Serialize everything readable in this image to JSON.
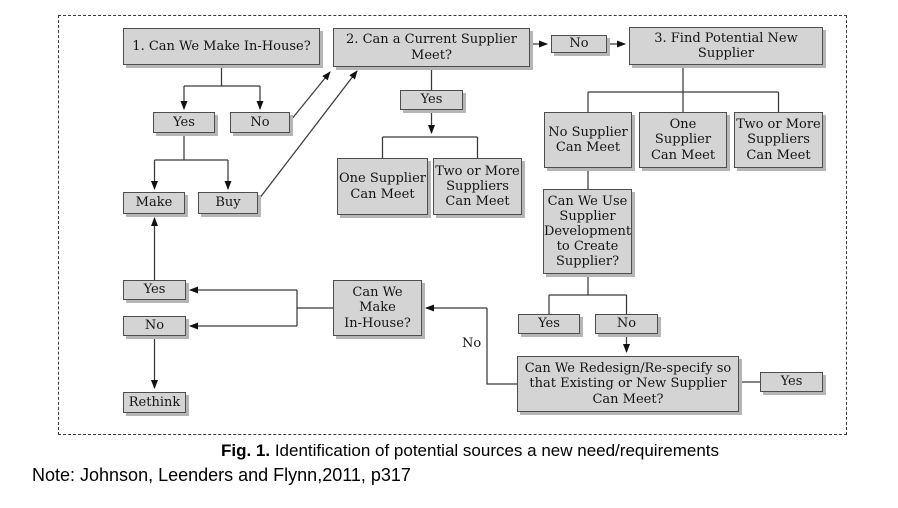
{
  "figure": {
    "caption_label": "Fig. 1.",
    "caption_text": " Identification of potential sources a new need/requirements",
    "note": "Note: Johnson, Leenders and Flynn,2011, p317"
  },
  "colors": {
    "box_fill": "#d4d4d4",
    "box_border": "#4d4d4d",
    "connector": "#3a3a3a",
    "arrowhead": "#111111"
  },
  "nodes": {
    "box1": "1. Can We Make In-House?",
    "yes1": "Yes",
    "no1": "No",
    "make": "Make",
    "buy": "Buy",
    "box2": "2. Can a Current Supplier\nMeet?",
    "no_mid": "No",
    "box3": "3. Find Potential New\nSupplier",
    "yes2": "Yes",
    "one_supplier_current": "One Supplier\nCan Meet",
    "two_or_more_current": "Two or More\nSuppliers\nCan Meet",
    "no_supplier_new": "No Supplier\nCan Meet",
    "one_supplier_new": "One\nSupplier\nCan Meet",
    "two_or_more_new": "Two or More\nSuppliers\nCan Meet",
    "supplier_development": "Can We Use\nSupplier\nDevelopment\nto Create\nSupplier?",
    "yes_dev": "Yes",
    "no_dev": "No",
    "redesign": "Can We Redesign/Re-specify so\nthat Existing or New Supplier\nCan Meet?",
    "yes_redesign": "Yes",
    "can_we_make_2": "Can We\nMake\nIn-House?",
    "yes_final": "Yes",
    "no_final": "No",
    "rethink": "Rethink",
    "no_branch_label": "No"
  }
}
